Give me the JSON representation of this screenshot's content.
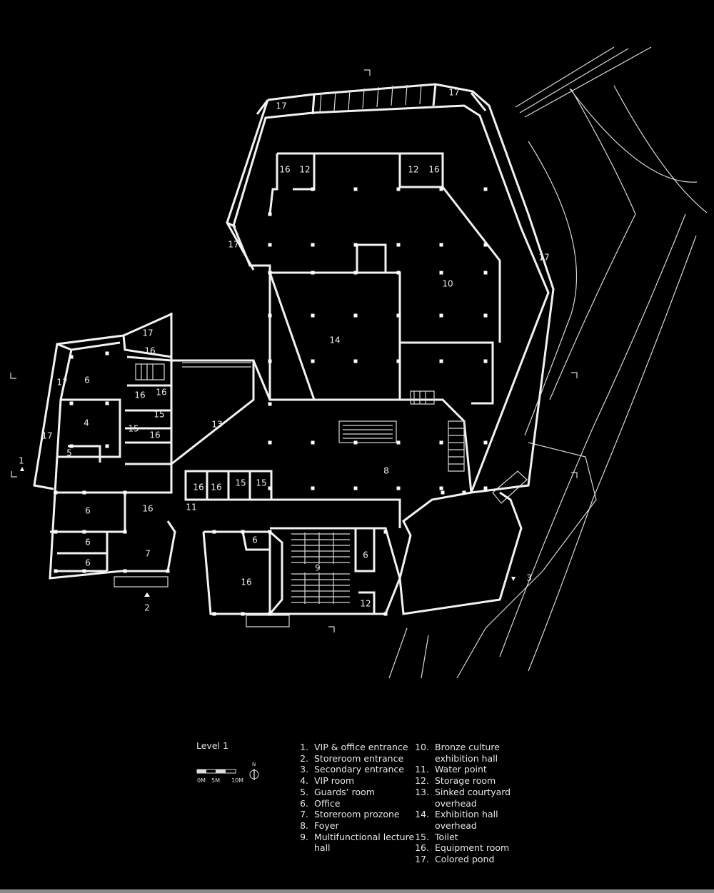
{
  "title": "Level 1",
  "scale": {
    "labels": [
      "0M",
      "5M",
      "10M"
    ],
    "north": "N"
  },
  "legend_col1": [
    {
      "n": "1.",
      "text": "VIP & office entrance"
    },
    {
      "n": "2.",
      "text": "Storeroom entrance"
    },
    {
      "n": "3.",
      "text": "Secondary entrance"
    },
    {
      "n": "4.",
      "text": "VIP room"
    },
    {
      "n": "5.",
      "text": "Guards’ room"
    },
    {
      "n": "6.",
      "text": "Office"
    },
    {
      "n": "7.",
      "text": "Storeroom prozone"
    },
    {
      "n": "8.",
      "text": "Foyer"
    },
    {
      "n": "9.",
      "text": "Multifunctional lecture"
    },
    {
      "n": "",
      "text": "hall"
    }
  ],
  "legend_col2": [
    {
      "n": "10.",
      "text": "Bronze culture"
    },
    {
      "n": "",
      "text": "exhibition hall"
    },
    {
      "n": "11.",
      "text": "Water point"
    },
    {
      "n": "12.",
      "text": "Storage room"
    },
    {
      "n": "13.",
      "text": "Sinked courtyard"
    },
    {
      "n": "",
      "text": "overhead"
    },
    {
      "n": "14.",
      "text": "Exhibition hall"
    },
    {
      "n": "",
      "text": "overhead"
    },
    {
      "n": "15.",
      "text": "Toilet"
    },
    {
      "n": "16.",
      "text": "Equipment room"
    },
    {
      "n": "17.",
      "text": "Colored pond"
    }
  ],
  "plan_labels": [
    {
      "id": "r17-a",
      "text": "17"
    },
    {
      "id": "r17-b",
      "text": "17"
    },
    {
      "id": "r16-a",
      "text": "16"
    },
    {
      "id": "r12-a",
      "text": "12"
    },
    {
      "id": "r12-b",
      "text": "12"
    },
    {
      "id": "r16-b",
      "text": "16"
    },
    {
      "id": "r17-c",
      "text": "17"
    },
    {
      "id": "r17-d",
      "text": "17"
    },
    {
      "id": "r10",
      "text": "10"
    },
    {
      "id": "r14",
      "text": "14"
    },
    {
      "id": "r17-e",
      "text": "17"
    },
    {
      "id": "r16-c",
      "text": "16"
    },
    {
      "id": "r17-f",
      "text": "17"
    },
    {
      "id": "r6-a",
      "text": "6"
    },
    {
      "id": "r16-d",
      "text": "16"
    },
    {
      "id": "r16-e",
      "text": "16"
    },
    {
      "id": "r15-a",
      "text": "15"
    },
    {
      "id": "r15-b",
      "text": "15"
    },
    {
      "id": "r16-f",
      "text": "16"
    },
    {
      "id": "r13",
      "text": "13"
    },
    {
      "id": "r4",
      "text": "4"
    },
    {
      "id": "r17-g",
      "text": "17"
    },
    {
      "id": "r5",
      "text": "5"
    },
    {
      "id": "r1",
      "text": "1"
    },
    {
      "id": "r8",
      "text": "8"
    },
    {
      "id": "r16-g",
      "text": "16"
    },
    {
      "id": "r16-h",
      "text": "16"
    },
    {
      "id": "r15-c",
      "text": "15"
    },
    {
      "id": "r15-d",
      "text": "15"
    },
    {
      "id": "r6-b",
      "text": "6"
    },
    {
      "id": "r16-i",
      "text": "16"
    },
    {
      "id": "r11",
      "text": "11"
    },
    {
      "id": "r6-c",
      "text": "6"
    },
    {
      "id": "r7",
      "text": "7"
    },
    {
      "id": "r6-d",
      "text": "6"
    },
    {
      "id": "r6-e",
      "text": "6"
    },
    {
      "id": "r16-j",
      "text": "16"
    },
    {
      "id": "r6-f",
      "text": "6"
    },
    {
      "id": "r9",
      "text": "9"
    },
    {
      "id": "r12-c",
      "text": "12"
    },
    {
      "id": "r3",
      "text": "3"
    },
    {
      "id": "r2",
      "text": "2"
    }
  ]
}
